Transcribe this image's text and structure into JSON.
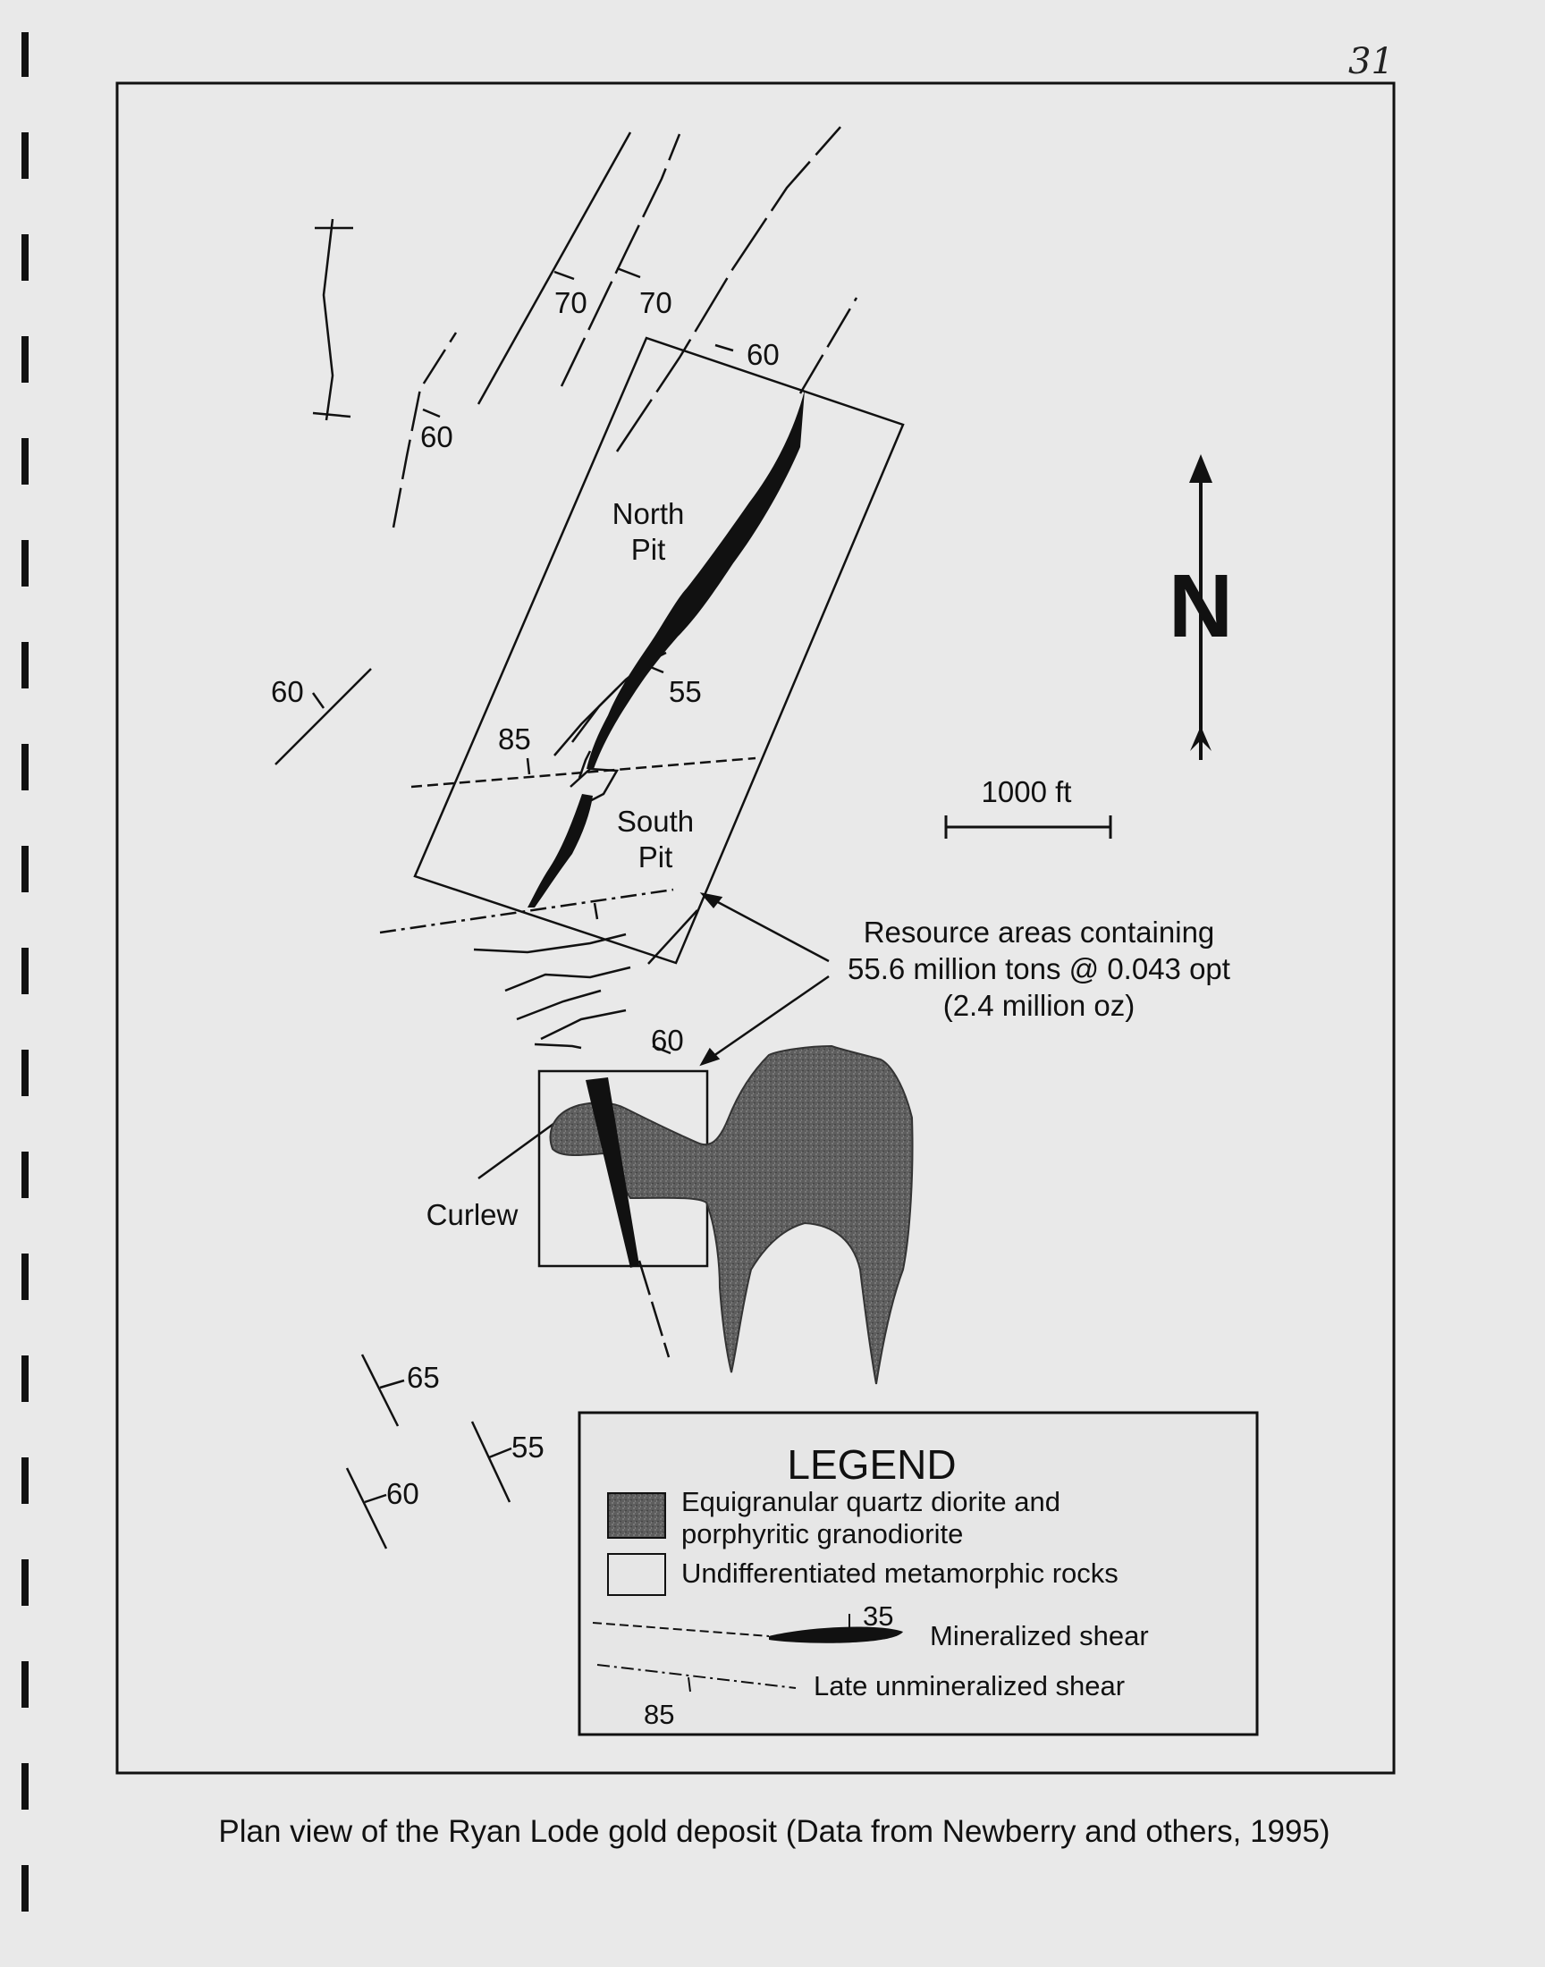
{
  "page_number": "31",
  "caption": "Plan view of the Ryan Lode gold deposit (Data from Newberry and others, 1995)",
  "pits": {
    "north_line1": "North",
    "north_line2": "Pit",
    "south_line1": "South",
    "south_line2": "Pit",
    "curlew": "Curlew"
  },
  "dip_labels": [
    "70",
    "70",
    "60",
    "60",
    "60",
    "55",
    "85",
    "60",
    "65",
    "55",
    "60"
  ],
  "scale_bar_label": "1000 ft",
  "north_arrow_letter": "N",
  "resource_note": {
    "line1": "Resource areas containing",
    "line2": "55.6 million tons @ 0.043 opt",
    "line3": "(2.4 million oz)"
  },
  "legend": {
    "title": "LEGEND",
    "item1_line1": "Equigranular quartz diorite and",
    "item1_line2": "porphyritic granodiorite",
    "item2": "Undifferentiated metamorphic rocks",
    "shear_dip": "35",
    "item3": "Mineralized shear",
    "item4": "Late unmineralized shear",
    "late_dip": "85"
  },
  "colors": {
    "paper": "#e9e9e9",
    "ink": "#111111",
    "intrusive": "#5a5a5a"
  }
}
